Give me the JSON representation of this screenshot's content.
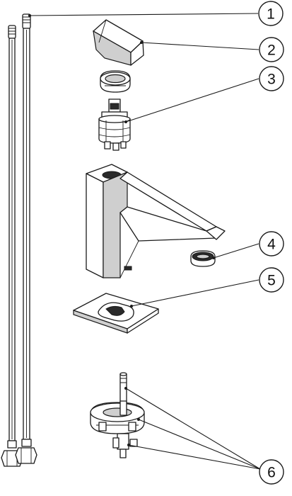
{
  "diagram": {
    "callouts": [
      {
        "id": "1",
        "label": "1"
      },
      {
        "id": "2",
        "label": "2"
      },
      {
        "id": "3",
        "label": "3"
      },
      {
        "id": "4",
        "label": "4"
      },
      {
        "id": "5",
        "label": "5"
      },
      {
        "id": "6",
        "label": "6"
      }
    ]
  },
  "colors": {
    "line": "#1a1a1a",
    "background": "#ffffff",
    "shade": "#cfcfcf"
  }
}
